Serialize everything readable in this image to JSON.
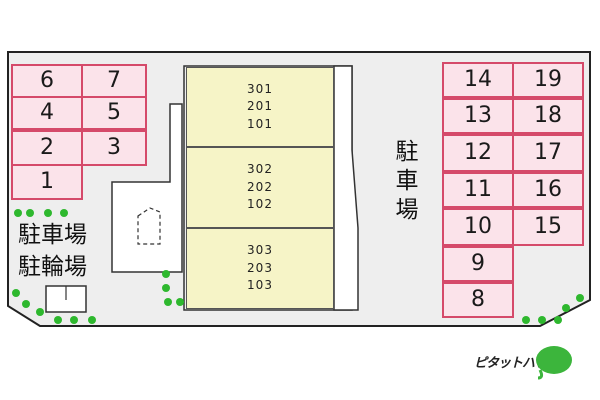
{
  "parking_lot_left": {
    "stalls": [
      "6",
      "7",
      "4",
      "5",
      "2",
      "3",
      "1"
    ],
    "label_lines": [
      "駐車場",
      "駐輪場"
    ]
  },
  "parking_lot_right": {
    "label_chars": [
      "駐",
      "車",
      "場"
    ],
    "stalls": [
      "14",
      "19",
      "13",
      "18",
      "12",
      "17",
      "11",
      "16",
      "10",
      "15",
      "9",
      "8"
    ]
  },
  "building": {
    "units": [
      {
        "rooms": [
          "301",
          "201",
          "101"
        ]
      },
      {
        "rooms": [
          "302",
          "202",
          "102"
        ]
      },
      {
        "rooms": [
          "303",
          "203",
          "103"
        ]
      }
    ]
  },
  "colors": {
    "stall_fill": "#fbe3ea",
    "stall_border": "#d54a6a",
    "unit_fill": "#f6f4c7",
    "lot_fill": "#eeeeee",
    "shrub": "#2eb82e",
    "logo_green": "#3cb53c"
  },
  "brand": {
    "name": "ピタットハウス"
  }
}
